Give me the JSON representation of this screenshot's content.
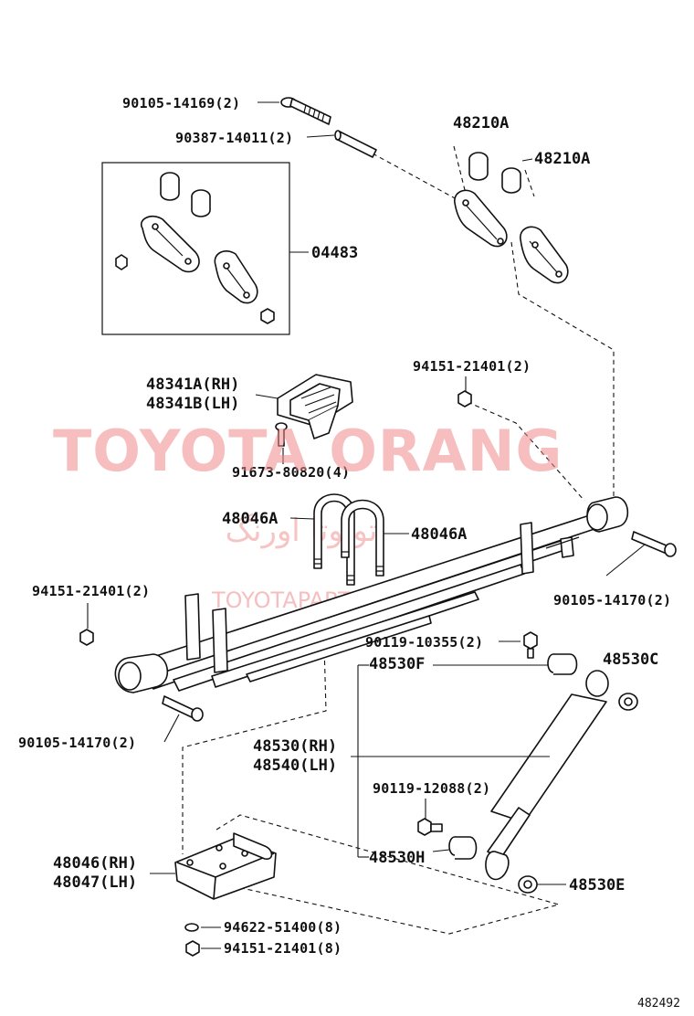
{
  "watermark": {
    "brand": "TOYOTA ORANG",
    "persian": "تویوتا اورنگ",
    "url": "TOYOTAPART.IR"
  },
  "diagram_code": "482492",
  "labels": {
    "bolt_top": "90105-14169(2)",
    "pin_top": "90387-14011(2)",
    "shackle_kit": "04483",
    "bushing_a_1": "48210A",
    "bushing_a_2": "48210A",
    "bumper_rh": "48341A(RH)",
    "bumper_lh": "48341B(LH)",
    "nut_bumper": "94151-21401(2)",
    "bolt_bumper": "91673-80820(4)",
    "ubolt_1": "48046A",
    "ubolt_2": "48046A",
    "nut_left": "94151-21401(2)",
    "bolt_right": "90105-14170(2)",
    "bolt_left": "90105-14170(2)",
    "shock_bolt_top": "90119-10355(2)",
    "cushion_f": "48530F",
    "washer_c": "48530C",
    "shock_rh": "48530(RH)",
    "shock_lh": "48540(LH)",
    "shock_bolt_bottom": "90119-12088(2)",
    "cushion_h": "48530H",
    "washer_e": "48530E",
    "seat_rh": "48046(RH)",
    "seat_lh": "48047(LH)",
    "washer_seat": "94622-51400(8)",
    "nut_seat": "94151-21401(8)"
  }
}
